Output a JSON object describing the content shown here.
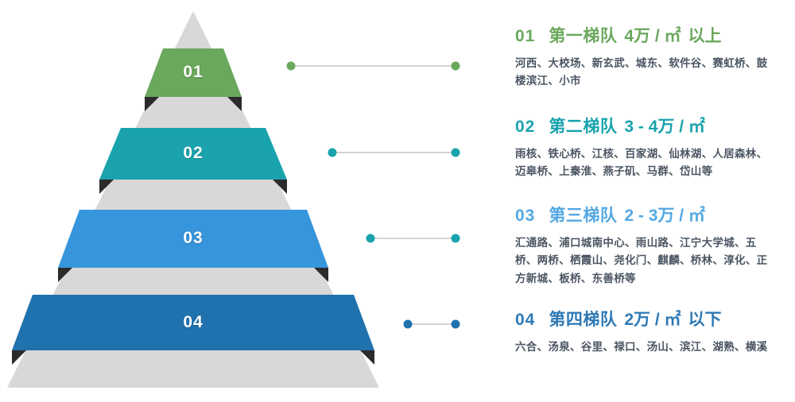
{
  "colors": {
    "tier1": "#6AA85C",
    "tier2": "#1AA3AD",
    "tier3": "#3695DB",
    "tier4": "#1F72AE",
    "pyramid_grey": "#D8D8D8",
    "notch_dark": "#2B2B2B",
    "connector_line": "#D4D4D4",
    "body_text": "#4b5563",
    "background": "#FFFFFF"
  },
  "pyramid": {
    "bands": [
      {
        "number": "01",
        "color_key": "tier1"
      },
      {
        "number": "02",
        "color_key": "tier2"
      },
      {
        "number": "03",
        "color_key": "tier3"
      },
      {
        "number": "04",
        "color_key": "tier4"
      }
    ]
  },
  "connectors": [
    {
      "dot_color": "#6AA85C"
    },
    {
      "dot_color": "#1AA3AD"
    },
    {
      "dot_color": "#1AA3AD"
    },
    {
      "dot_color": "#1F72AE"
    }
  ],
  "tiers": [
    {
      "index": "01",
      "title": "第一梯队",
      "price_prefix": "4万 / ㎡",
      "price_suffix": "以上",
      "color": "#6AA85C",
      "body": "河西、大校场、新玄武、城东、软件谷、赛虹桥、鼓楼滨江、小市"
    },
    {
      "index": "02",
      "title": "第二梯队",
      "price_prefix": "3 - 4万 / ㎡",
      "price_suffix": "",
      "color": "#1AA3AD",
      "body": "雨核、铁心桥、江核、百家湖、仙林湖、人居森林、迈皋桥、上秦淮、燕子矶、马群、岱山等"
    },
    {
      "index": "03",
      "title": "第三梯队",
      "price_prefix": "2 - 3万 / ㎡",
      "price_suffix": "",
      "color": "#53A8E2",
      "body": "汇通路、浦口城南中心、雨山路、江宁大学城、五桥、两桥、栖霞山、尧化门、麒麟、桥林、淳化、正方新城、板桥、东善桥等"
    },
    {
      "index": "04",
      "title": "第四梯队",
      "price_prefix": "2万 / ㎡",
      "price_suffix": "以下",
      "color": "#2E79B5",
      "body": "六合、汤泉、谷里、禄口、汤山、滨江、湖熟、横溪"
    }
  ]
}
